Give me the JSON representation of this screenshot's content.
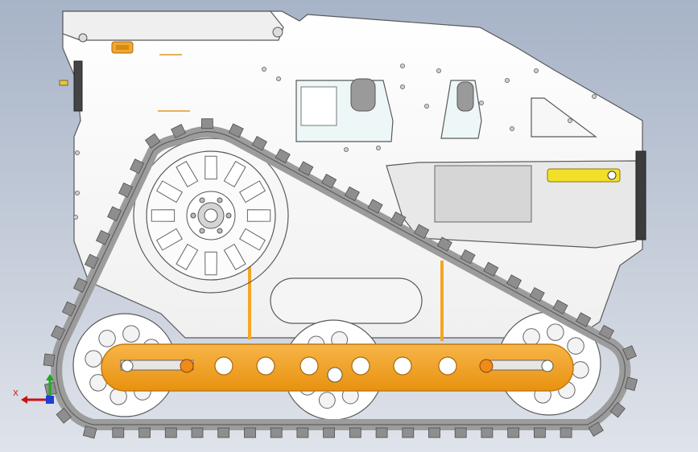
{
  "viewport": {
    "background_top": "#a7b3c7",
    "background_bottom": "#dfe3ea"
  },
  "model": {
    "part": "tracked-robot-chassis",
    "view": "side-elevation",
    "track_drive": "sprocket-and-road-wheels"
  },
  "colors": {
    "body_fill": "#f7f7f7",
    "outline": "#5a5a5a",
    "track": "#a8a8a8",
    "track_dark": "#6e6e6e",
    "tread_lug": "#8e8e8e",
    "idler_bar": "#f5a623",
    "idler_bar_edge": "#c27a0e",
    "actuator_rod": "#f2df2a",
    "connector": "#f0a830",
    "axis_x": "#cc1111",
    "axis_y": "#1fa81f",
    "axis_z": "#1c3fd6"
  },
  "triad": {
    "x_label": "X"
  }
}
